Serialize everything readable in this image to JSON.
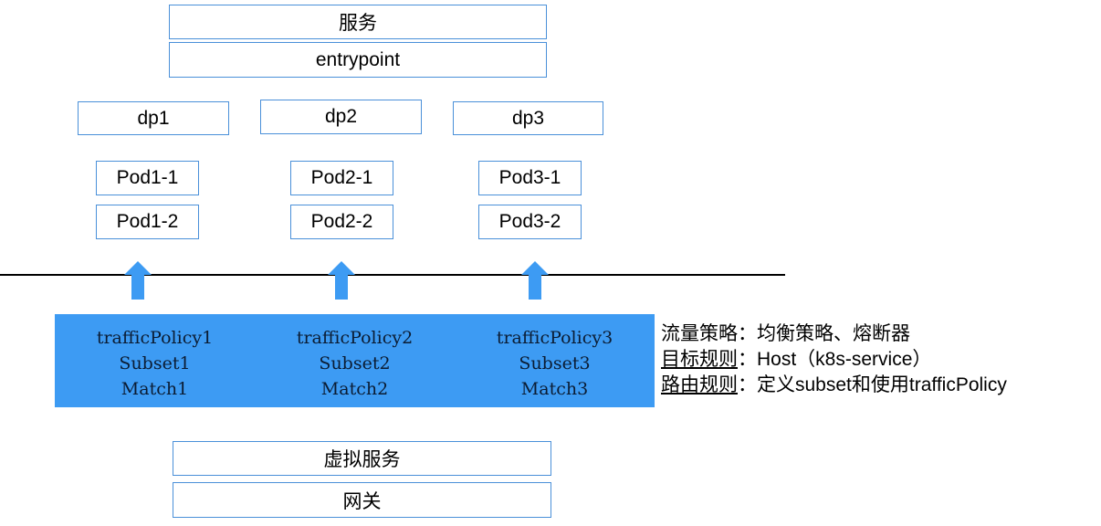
{
  "top": {
    "service": "服务",
    "entrypoint": "entrypoint"
  },
  "deployments": [
    {
      "label": "dp1",
      "pods": [
        "Pod1-1",
        "Pod1-2"
      ]
    },
    {
      "label": "dp2",
      "pods": [
        "Pod2-1",
        "Pod2-2"
      ]
    },
    {
      "label": "dp3",
      "pods": [
        "Pod3-1",
        "Pod3-2"
      ]
    }
  ],
  "policies": [
    {
      "traffic_policy": "trafficPolicy1",
      "subset": "Subset1",
      "match": "Match1"
    },
    {
      "traffic_policy": "trafficPolicy2",
      "subset": "Subset2",
      "match": "Match2"
    },
    {
      "traffic_policy": "trafficPolicy3",
      "subset": "Subset3",
      "match": "Match3"
    }
  ],
  "legend": [
    {
      "key": "流量策略",
      "value": "：均衡策略、熔断器"
    },
    {
      "key": "目标规则",
      "value": "：Host（k8s-service）"
    },
    {
      "key": "路由规则",
      "value": "：定义subset和使用trafficPolicy"
    }
  ],
  "bottom": {
    "virtual_service": "虚拟服务",
    "gateway": "网关"
  },
  "colors": {
    "box_border": "#4a90d9",
    "band": "#3d9bf3",
    "arrow": "#3d9bf3"
  }
}
